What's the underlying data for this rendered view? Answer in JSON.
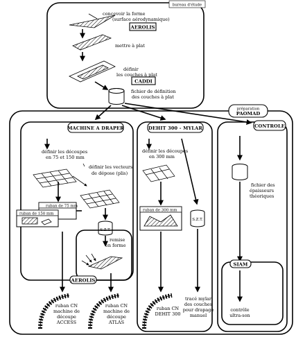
{
  "bureau_detude": "bureau d'étude",
  "top": {
    "concevoir": [
      "concevoir la forme",
      "(surface aérodynamique)"
    ],
    "aerolis_1": "AEROLIS",
    "mettre_a_plat": "mettre à plat",
    "definir_couches": [
      "définir",
      "les couches à plat"
    ],
    "caddi": "CADDI",
    "fichier_definition": [
      "fichier de définition",
      "des couches à plat"
    ]
  },
  "preparation": [
    "préparation",
    "PAOMAD"
  ],
  "columns": {
    "machine": {
      "title": "MACHINE A DRAPER",
      "decoupes": [
        "définir les découpes",
        "en 75 et 150 mm"
      ],
      "vecteurs": [
        "définir les vecteurs",
        "de dépose (plis)"
      ],
      "ruban_75": "ruban de 75 mm",
      "ruban_150": "ruban de 150 mm",
      "szt": "S.Z.T.",
      "remise": [
        "remise",
        "en forme"
      ],
      "aerolis_2": "AEROLIS",
      "out_left": [
        "ruban CN",
        "machine de",
        "découpe",
        "ACCESS"
      ],
      "out_right": [
        "ruban CN",
        "machine de",
        "découpe",
        "ATLAS"
      ]
    },
    "dehit": {
      "title": "DEHIT 300 - MYLAR",
      "decoupes": [
        "définir les découpes",
        "en 300 mm"
      ],
      "ruban_300": "ruban de 300 mm",
      "szt": "S.Z.T.",
      "out_left": [
        "ruban CN",
        "DEHIT 300"
      ],
      "out_right": [
        "tracé mylar",
        "des couches",
        "pour drapage",
        "manuel"
      ]
    },
    "controle": {
      "title": "CONTROLE",
      "fichier": [
        "fichier des",
        "épaisseurs",
        "théoriques"
      ],
      "siam": "SIAM",
      "out": [
        "contrôle",
        "ultra-son"
      ]
    }
  }
}
